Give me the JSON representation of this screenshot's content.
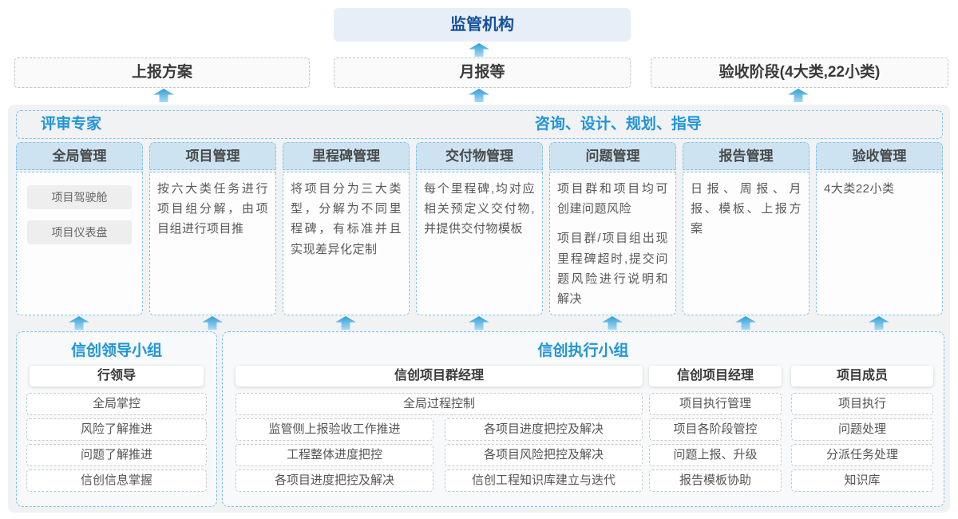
{
  "top": {
    "regulator": "监管机构"
  },
  "row2": [
    {
      "label": "上报方案"
    },
    {
      "label": "月报等"
    },
    {
      "label": "验收阶段(4大类,22小类)"
    }
  ],
  "main": {
    "header_left": "评审专家",
    "header_center": "咨询、设计、规划、指导",
    "columns": [
      {
        "title": "全局管理",
        "chips": [
          "项目驾驶舱",
          "项目仪表盘"
        ]
      },
      {
        "title": "项目管理",
        "paragraphs": [
          "按六大类任务进行项目组分解，由项目组进行项目推"
        ]
      },
      {
        "title": "里程碑管理",
        "paragraphs": [
          "将项目分为三大类型，分解为不同里程碑，有标准并且实现差异化定制"
        ]
      },
      {
        "title": "交付物管理",
        "paragraphs": [
          "每个里程碑,均对应相关预定义交付物,并提供交付物模板"
        ]
      },
      {
        "title": "问题管理",
        "paragraphs": [
          "项目群和项目均可创建问题风险",
          "项目群/项目组出现里程碑超时,提交问题风险进行说明和解决"
        ]
      },
      {
        "title": "报告管理",
        "paragraphs": [
          "日报、周报、月报、模板、上报方案"
        ]
      },
      {
        "title": "验收管理",
        "paragraphs": [
          "4大类22小类"
        ]
      }
    ]
  },
  "bottom": {
    "leader_group": {
      "title": "信创领导小组",
      "role": "行领导",
      "items": [
        "全局掌控",
        "风险了解推进",
        "问题了解推进",
        "信创信息掌握"
      ]
    },
    "exec_group": {
      "title": "信创执行小组",
      "program_manager": {
        "role": "信创项目群经理",
        "full_item": "全局过程控制",
        "left_items": [
          "监管侧上报验收工作推进",
          "工程整体进度把控",
          "各项目进度把控及解决"
        ],
        "right_items": [
          "各项目进度把控及解决",
          "各项目风险把控及解决",
          "信创工程知识库建立与迭代"
        ]
      },
      "project_manager": {
        "role": "信创项目经理",
        "items": [
          "项目执行管理",
          "项目各阶段管控",
          "问题上报、升级",
          "报告模板协助"
        ]
      },
      "member": {
        "role": "项目成员",
        "items": [
          "项目执行",
          "问题处理",
          "分派任务处理",
          "知识库"
        ]
      }
    }
  },
  "colors": {
    "accent_blue": "#2095d8",
    "dark_blue": "#15519e",
    "panel_bg": "#f1f2f4",
    "column_header_bg": "#cde3f1",
    "dashed_blue": "#85c2e6",
    "arrow_blue": "#2f9fd9"
  }
}
